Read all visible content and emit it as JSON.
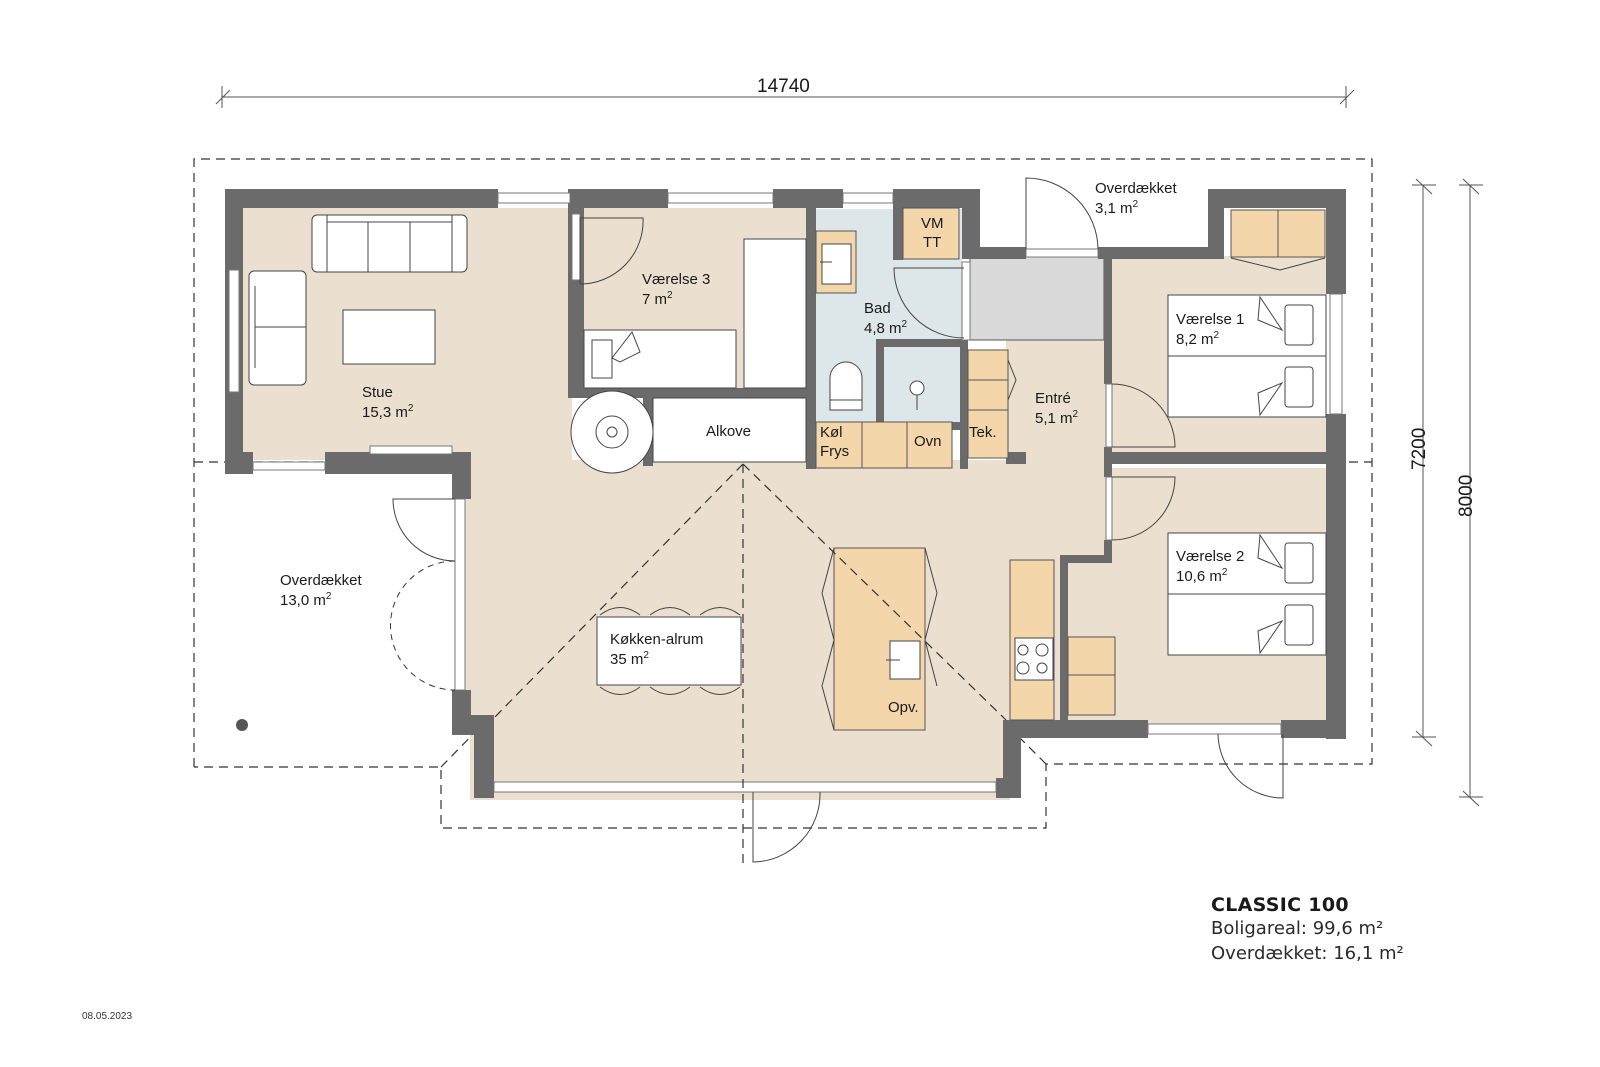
{
  "plan": {
    "dimensions": {
      "width_total": "14740",
      "height_inner": "7200",
      "height_total": "8000"
    },
    "rooms": [
      {
        "name": "Stue",
        "area": "15,3 m",
        "unit_sup": "2"
      },
      {
        "name": "Værelse 3",
        "area": "7 m",
        "unit_sup": "2"
      },
      {
        "name": "Bad",
        "area": "4,8 m",
        "unit_sup": "2"
      },
      {
        "name": "Entré",
        "area": "5,1 m",
        "unit_sup": "2"
      },
      {
        "name": "Værelse 1",
        "area": "8,2 m",
        "unit_sup": "2"
      },
      {
        "name": "Værelse 2",
        "area": "10,6 m",
        "unit_sup": "2"
      },
      {
        "name": "Køkken-alrum",
        "area": "35 m",
        "unit_sup": "2"
      },
      {
        "name": "Overdækket",
        "area": "13,0 m",
        "unit_sup": "2"
      },
      {
        "name": "Overdækket",
        "area": "3,1 m",
        "unit_sup": "2"
      }
    ],
    "fixtures": {
      "alkove": "Alkove",
      "vm": "VM",
      "tt": "TT",
      "kol": "Køl",
      "frys": "Frys",
      "ovn": "Ovn",
      "tek": "Tek.",
      "opv": "Opv."
    }
  },
  "title_block": {
    "model": "CLASSIC 100",
    "living_area": "Boligareal: 99,6 m²",
    "covered_area": "Overdækket: 16,1 m²"
  },
  "date": "08.05.2023",
  "colors": {
    "wall": "#6b6b6b",
    "floor": "#ebdfcf",
    "bath_floor": "#dde6e8",
    "cabinet": "#f4d6ab",
    "hall_grey": "#d9d9d9"
  }
}
